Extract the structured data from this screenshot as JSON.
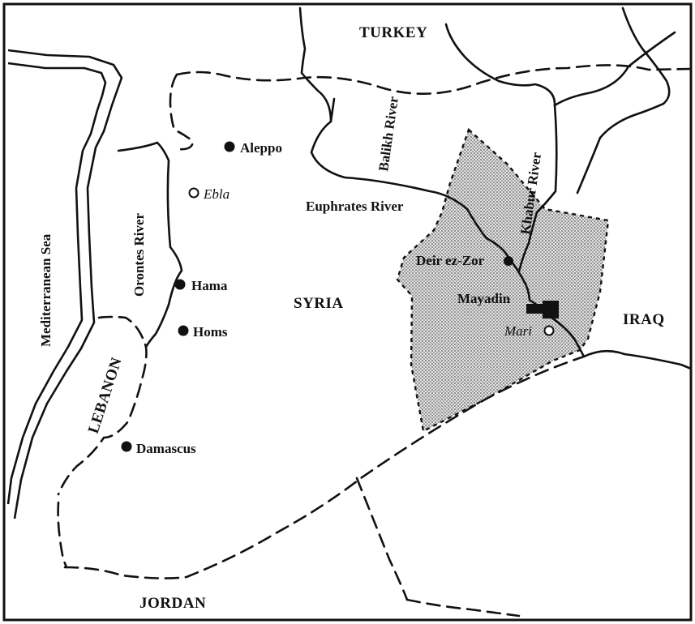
{
  "countries": {
    "turkey": "TURKEY",
    "syria": "SYRIA",
    "iraq": "IRAQ",
    "lebanon": "LEBANON",
    "jordan": "JORDAN"
  },
  "water": {
    "sea": "Mediterranean Sea",
    "orontes": "Orontes River",
    "balikh": "Balikh River",
    "khabur": "Khabur River",
    "euphrates": "Euphrates River"
  },
  "cities": {
    "aleppo": "Aleppo",
    "hama": "Hama",
    "homs": "Homs",
    "damascus": "Damascus",
    "deir": "Deir ez-Zor",
    "mayadin": "Mayadin"
  },
  "sites": {
    "ebla": "Ebla",
    "mari": "Mari"
  },
  "colors": {
    "ink": "#111111",
    "shade_fill": "#cfcfcf",
    "paper": "#ffffff"
  }
}
